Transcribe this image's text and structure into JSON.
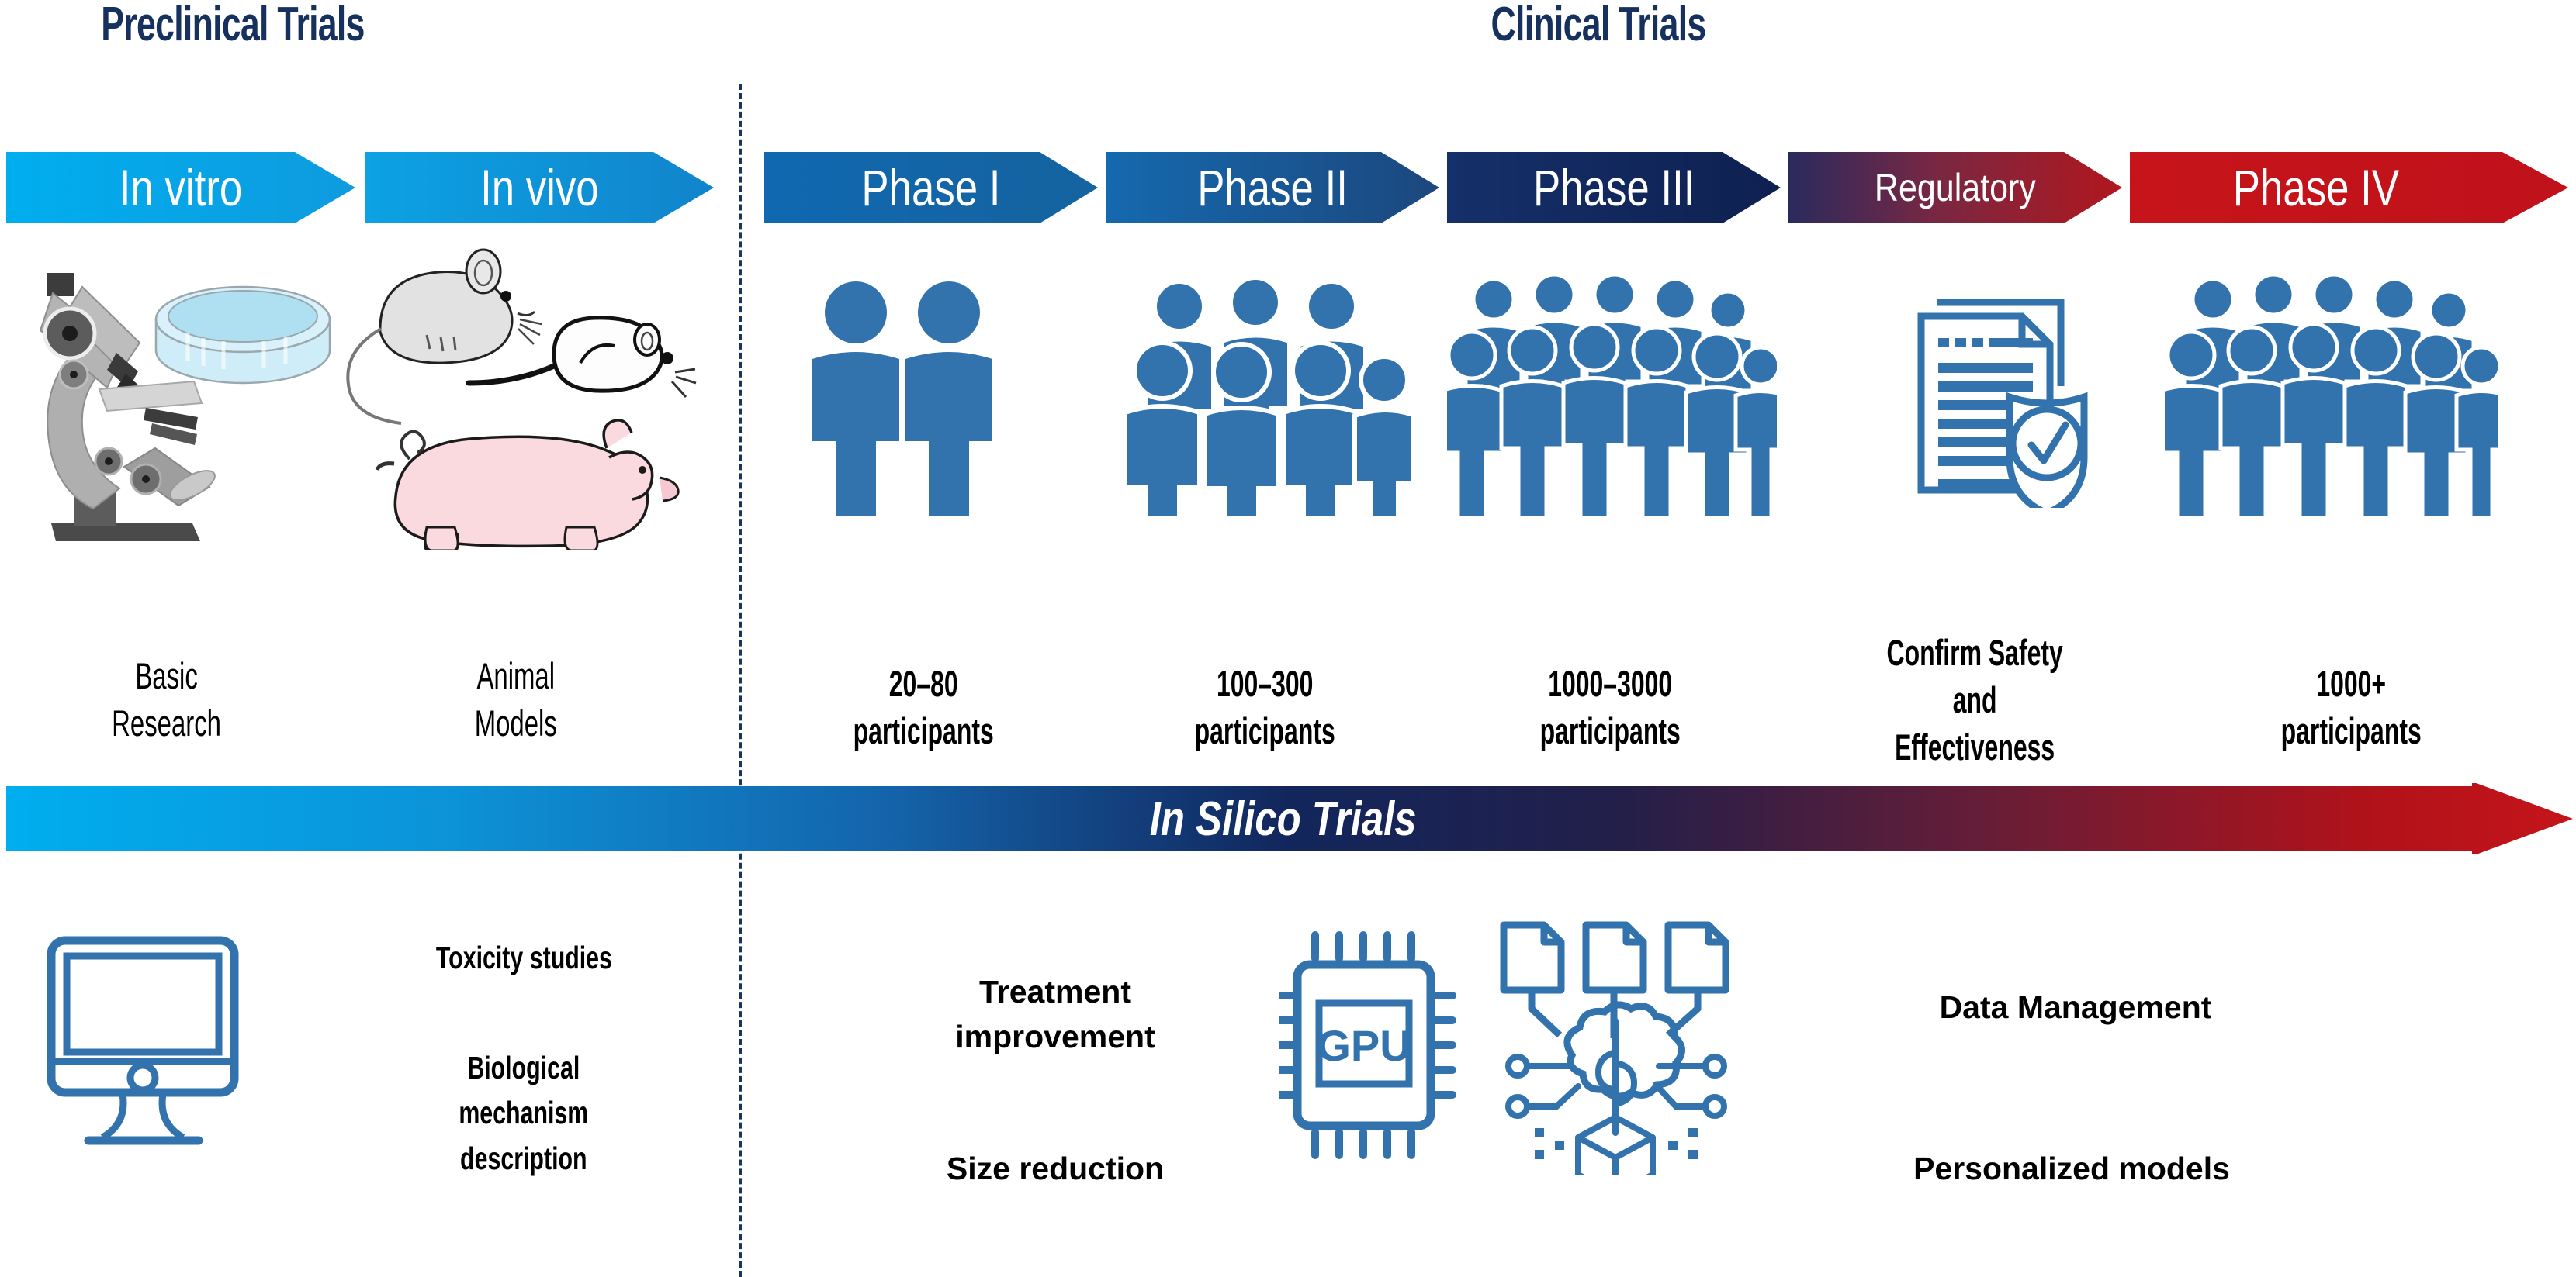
{
  "sections": {
    "preclinical_title": "Preclinical Trials",
    "clinical_title": "Clinical Trials"
  },
  "colors": {
    "cyan": "#00AEEF",
    "cyan_dark": "#0C8FD4",
    "blue": "#1569AF",
    "blue_dark": "#1B4D84",
    "navy": "#122F62",
    "navy_deep": "#0C1F4A",
    "purple": "#4A2B54",
    "crimson": "#A51C30",
    "red": "#C5161C",
    "red_bright": "#CC1111",
    "title_navy": "#16315E",
    "icon_blue": "#3272AD",
    "pig_pink": "#F7D7DC",
    "mouse_grey": "#DCDCDC",
    "scope_grey": "#A8A8A8",
    "dish_blue": "#BEE7F5"
  },
  "stages": [
    {
      "id": "in-vitro",
      "label": "In vitro",
      "caption": "Basic\nResearch",
      "caption_style": "thin"
    },
    {
      "id": "in-vivo",
      "label": "In vivo",
      "caption": "Animal\nModels",
      "caption_style": "thin"
    },
    {
      "id": "phase-1",
      "label": "Phase I",
      "caption": "20–80\nparticipants",
      "caption_style": "bold"
    },
    {
      "id": "phase-2",
      "label": "Phase II",
      "caption": "100–300\nparticipants",
      "caption_style": "bold"
    },
    {
      "id": "phase-3",
      "label": "Phase III",
      "caption": "1000–3000\nparticipants",
      "caption_style": "bold"
    },
    {
      "id": "regulatory",
      "label": "Regulatory",
      "caption": "Confirm Safety\nand\nEffectiveness",
      "caption_style": "bold"
    },
    {
      "id": "phase-4",
      "label": "Phase IV",
      "caption": "1000+\nparticipants",
      "caption_style": "bold"
    }
  ],
  "silico": {
    "banner_label": "In Silico Trials",
    "benefits": [
      {
        "id": "toxicity",
        "text": "Toxicity studies"
      },
      {
        "id": "biological",
        "text": "Biological\nmechanism\ndescription"
      },
      {
        "id": "treatment",
        "text": "Treatment\nimprovement"
      },
      {
        "id": "size",
        "text": "Size reduction"
      },
      {
        "id": "data-mgmt",
        "text": "Data Management"
      },
      {
        "id": "personalized",
        "text": "Personalized models"
      }
    ],
    "gpu_chip_label": "GPU"
  }
}
